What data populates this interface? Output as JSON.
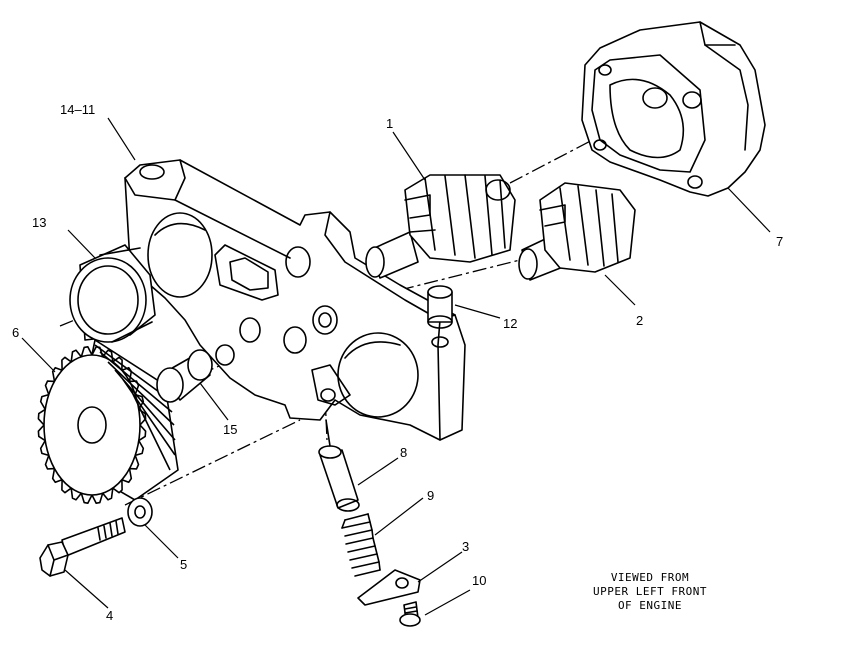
{
  "callouts": {
    "c1": "1",
    "c2": "2",
    "c3": "3",
    "c4": "4",
    "c5": "5",
    "c6": "6",
    "c7": "7",
    "c8": "8",
    "c9": "9",
    "c10": "10",
    "c12": "12",
    "c13": "13",
    "c14_11": "14–11",
    "c15": "15"
  },
  "view_note": {
    "line1": "VIEWED FROM",
    "line2": "UPPER LEFT FRONT",
    "line3": "OF ENGINE"
  }
}
